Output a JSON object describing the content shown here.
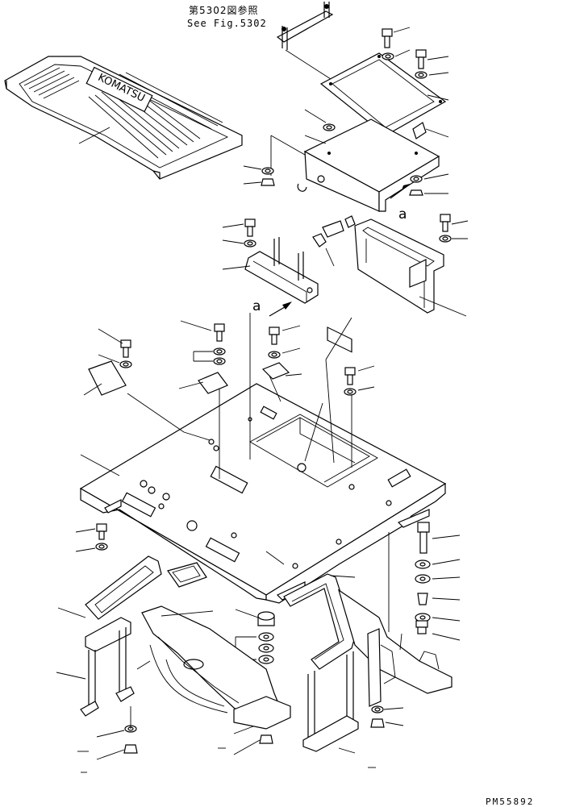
{
  "diagram": {
    "reference_jp": "第5302図参照",
    "reference_en": "See Fig.5302",
    "view_label_a_upper": "a",
    "view_label_a_lower": "a",
    "drawing_code": "PM55892",
    "mat_logo_text": "KOMATSU"
  }
}
